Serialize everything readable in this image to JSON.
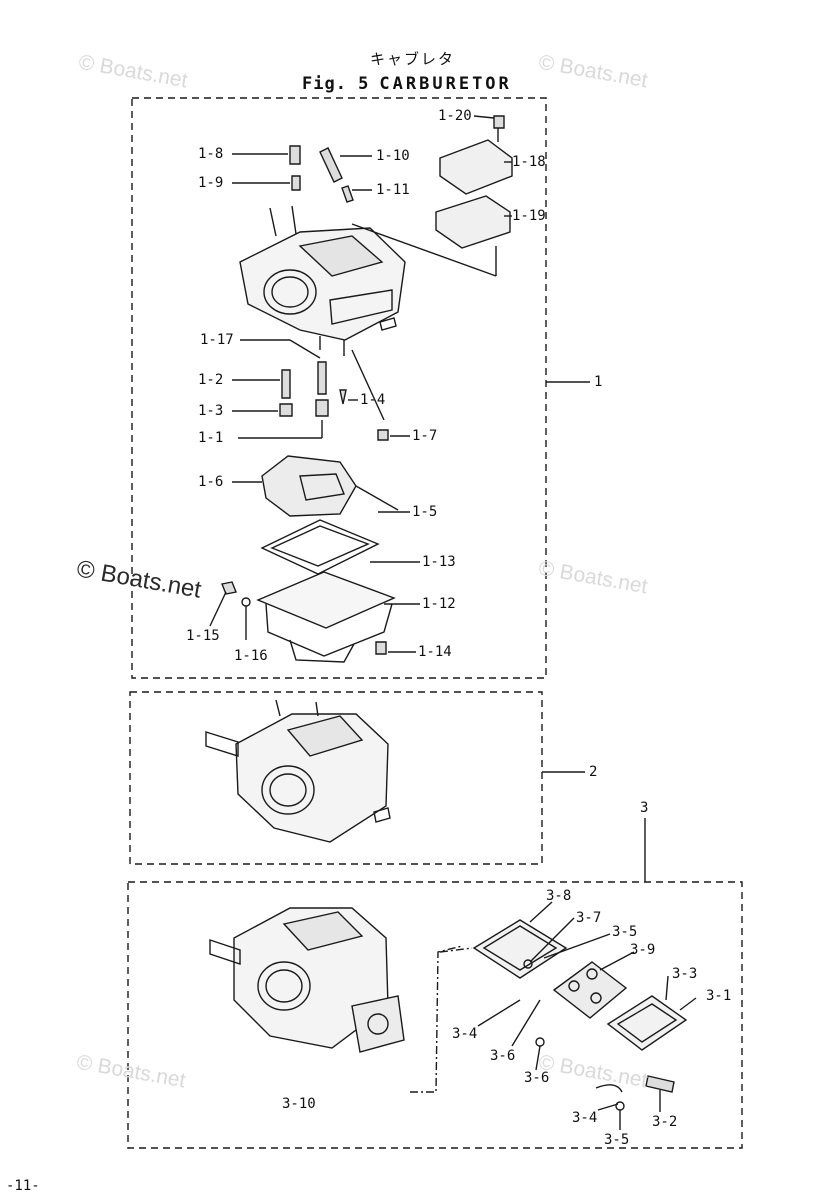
{
  "header": {
    "title_jp": "キャブレタ",
    "fig_label": "Fig. 5",
    "title": "CARBURETOR"
  },
  "watermark": {
    "text": "© Boats.net"
  },
  "page_number": "-11-",
  "groups": {
    "g1": "1",
    "g2": "2",
    "g3": "3"
  },
  "callouts": {
    "c1_1": "1-1",
    "c1_2": "1-2",
    "c1_3": "1-3",
    "c1_4": "1-4",
    "c1_5": "1-5",
    "c1_6": "1-6",
    "c1_7": "1-7",
    "c1_8": "1-8",
    "c1_9": "1-9",
    "c1_10": "1-10",
    "c1_11": "1-11",
    "c1_12": "1-12",
    "c1_13": "1-13",
    "c1_14": "1-14",
    "c1_15": "1-15",
    "c1_16": "1-16",
    "c1_17": "1-17",
    "c1_18": "1-18",
    "c1_19": "1-19",
    "c1_20": "1-20",
    "c3_1": "3-1",
    "c3_2": "3-2",
    "c3_3": "3-3",
    "c3_4a": "3-4",
    "c3_4b": "3-4",
    "c3_5a": "3-5",
    "c3_5b": "3-5",
    "c3_6a": "3-6",
    "c3_6b": "3-6",
    "c3_7": "3-7",
    "c3_8": "3-8",
    "c3_9": "3-9",
    "c3_10": "3-10"
  }
}
